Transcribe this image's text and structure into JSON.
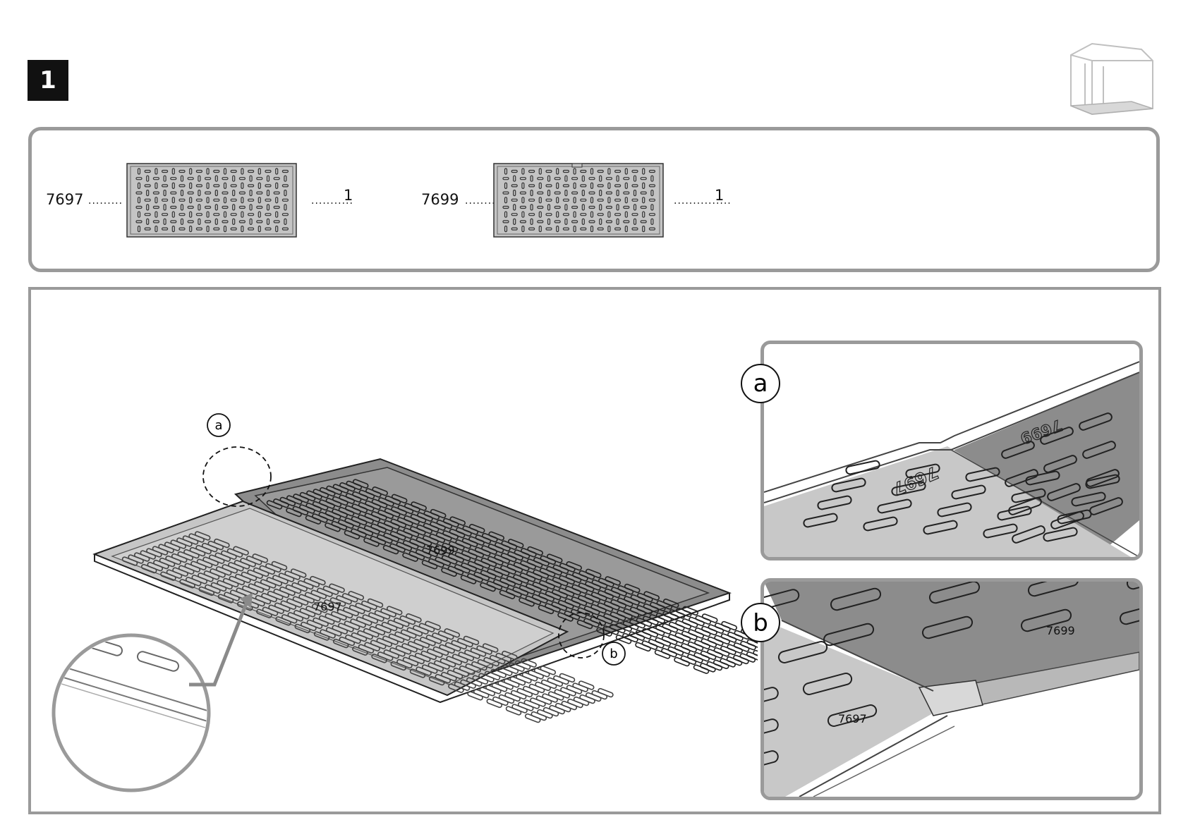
{
  "step": {
    "number": "1"
  },
  "icons": {
    "shed": "shed-outline-icon"
  },
  "parts": [
    {
      "code": "7697",
      "qty": "1"
    },
    {
      "code": "7699",
      "qty": "1"
    }
  ],
  "assembly": {
    "callout_a": "a",
    "callout_b": "b",
    "label_floor_left": "7697",
    "label_floor_right": "7699"
  },
  "detail_a": {
    "letter": "a",
    "stamp": "7697"
  },
  "detail_b": {
    "letter": "b",
    "label_dark": "7699",
    "label_light": "7697"
  },
  "colors": {
    "light_panel": "#c8c8c8",
    "dark_panel": "#8e8e8e",
    "frame": "#9a9a9a"
  }
}
